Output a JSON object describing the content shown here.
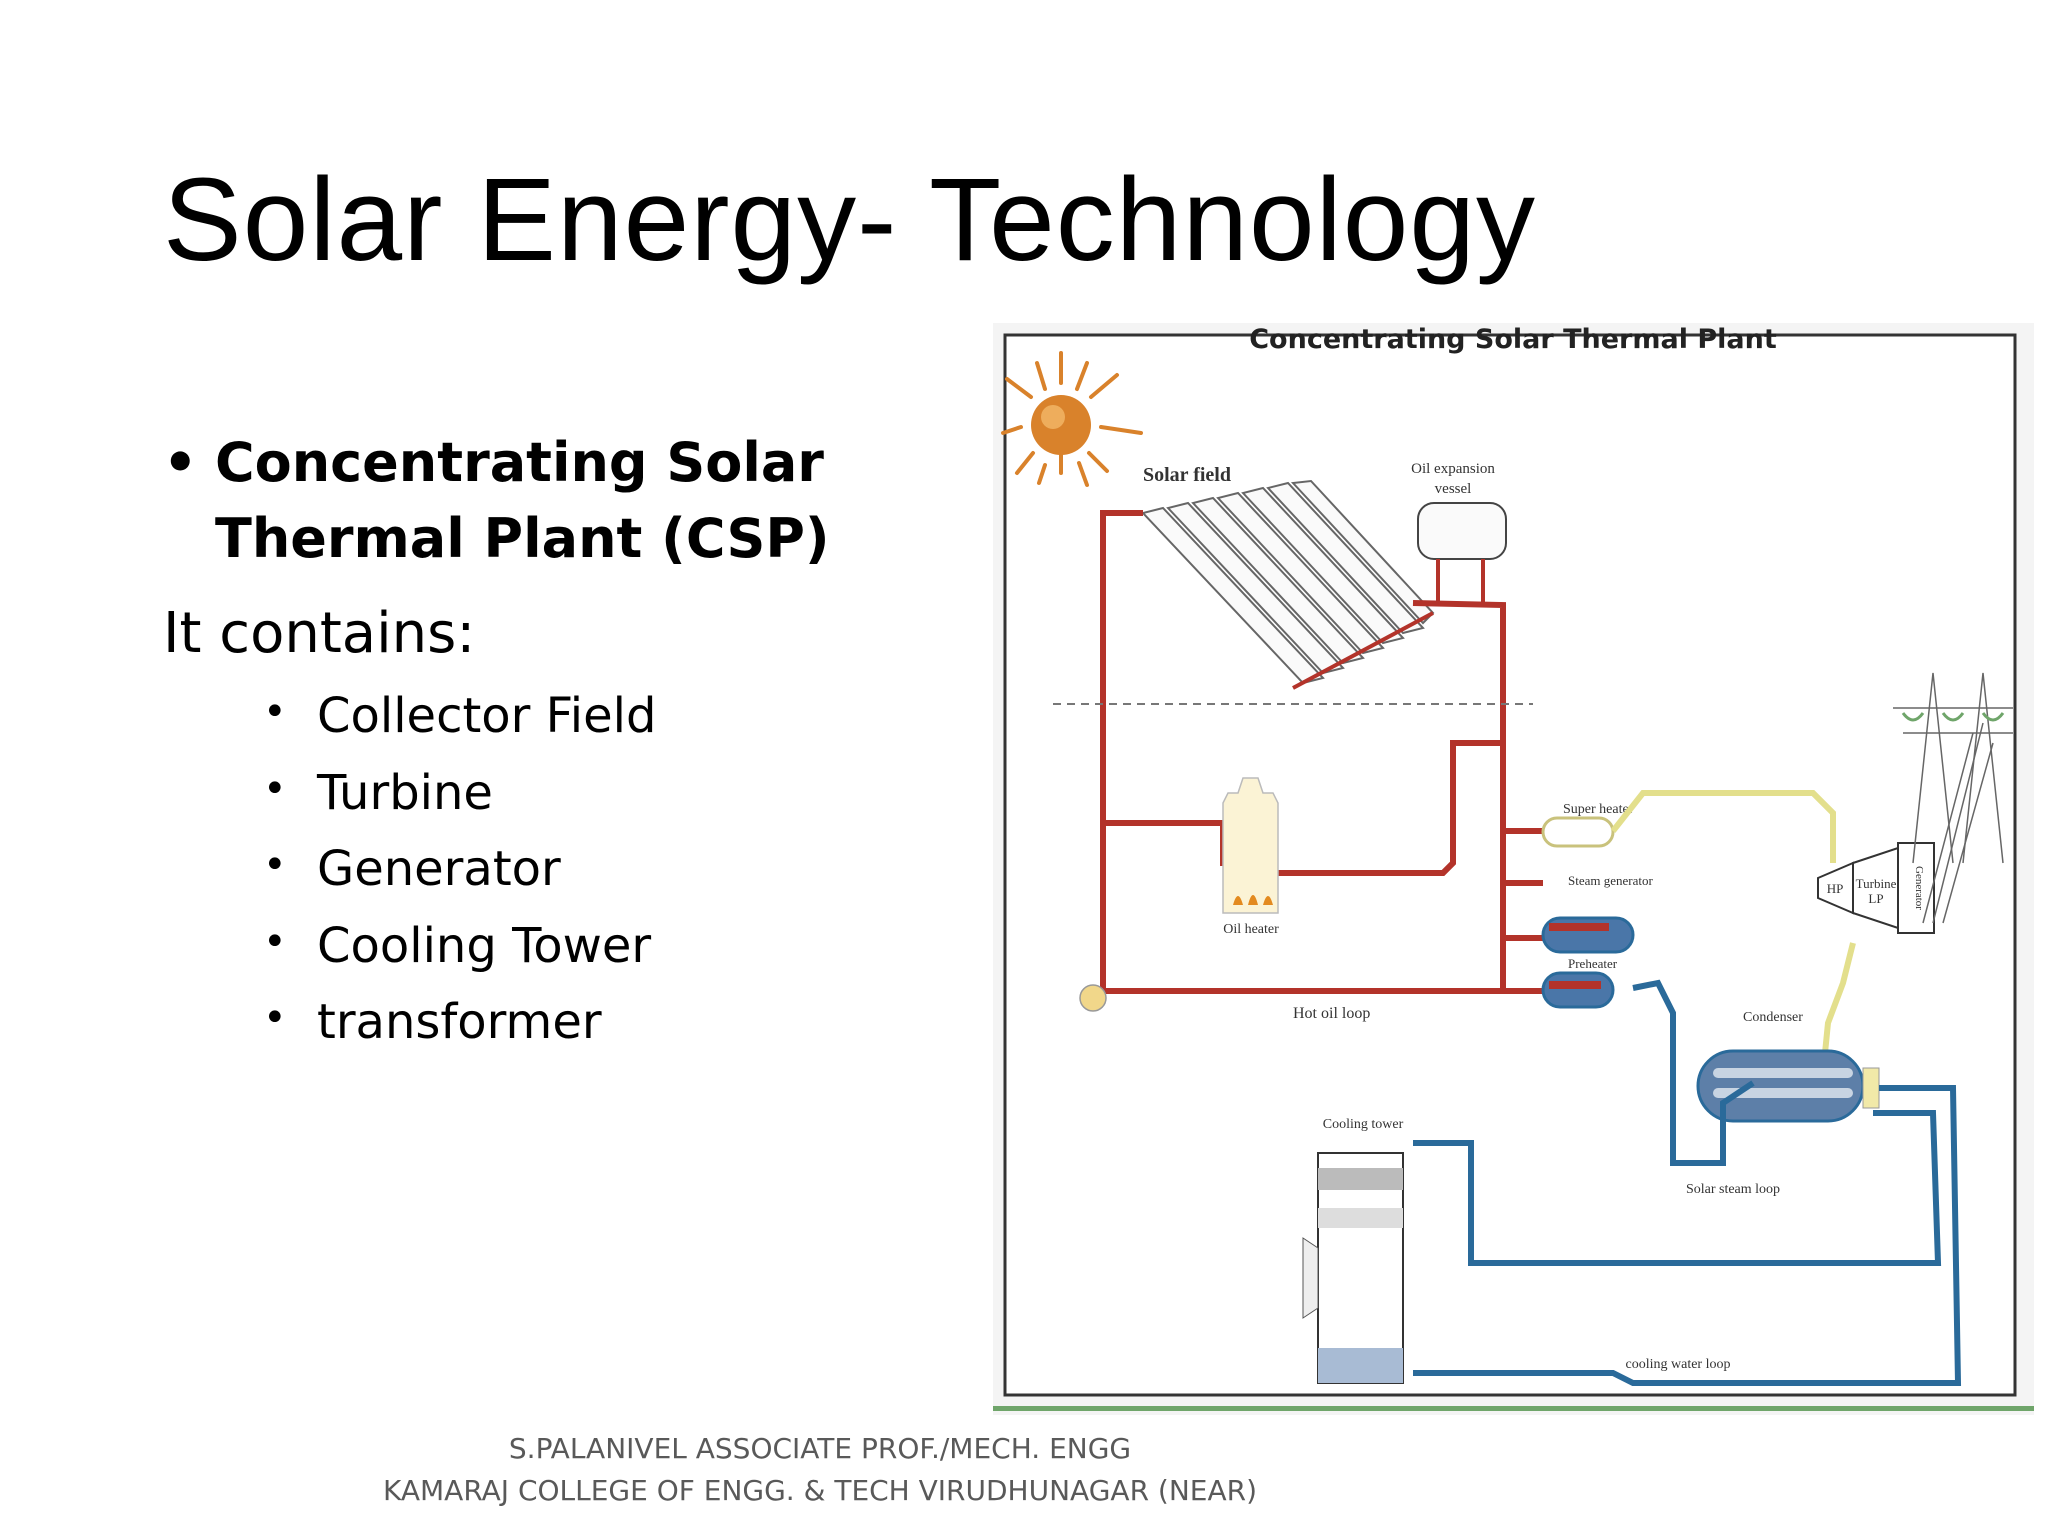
{
  "slide": {
    "title": "Solar Energy- Technology",
    "bullet": "Concentrating Solar Thermal Plant (CSP)",
    "bullet_line1": "Concentrating Solar",
    "bullet_line2": "Thermal Plant (CSP)",
    "contains_label": "It contains:",
    "items": [
      "Collector Field",
      "Turbine",
      "Generator",
      "Cooling Tower",
      "transformer"
    ]
  },
  "diagram": {
    "title": "Concentrating Solar Thermal Plant",
    "labels": {
      "solar_field": "Solar field",
      "oil_expansion_1": "Oil expansion",
      "oil_expansion_2": "vessel",
      "super_heater": "Super heater",
      "steam_generator": "Steam generator",
      "preheater": "Preheater",
      "oil_heater": "Oil heater",
      "hot_oil_loop": "Hot oil loop",
      "hp": "HP",
      "turbine": "Turbine",
      "lp": "LP",
      "generator": "Generator",
      "condenser": "Condenser",
      "cooling_tower": "Cooling tower",
      "solar_steam_loop": "Solar steam loop",
      "cooling_water_loop": "cooling water loop"
    },
    "colors": {
      "oil": "#b3332a",
      "water": "#2a6a9a",
      "steam": "#e3df8c",
      "sun": "#d9822b",
      "ground": "#6fa56a"
    }
  },
  "footer": {
    "line1": "S.PALANIVEL ASSOCIATE PROF./MECH. ENGG",
    "line2": "KAMARAJ COLLEGE OF ENGG. & TECH VIRUDHUNAGAR (NEAR)"
  }
}
